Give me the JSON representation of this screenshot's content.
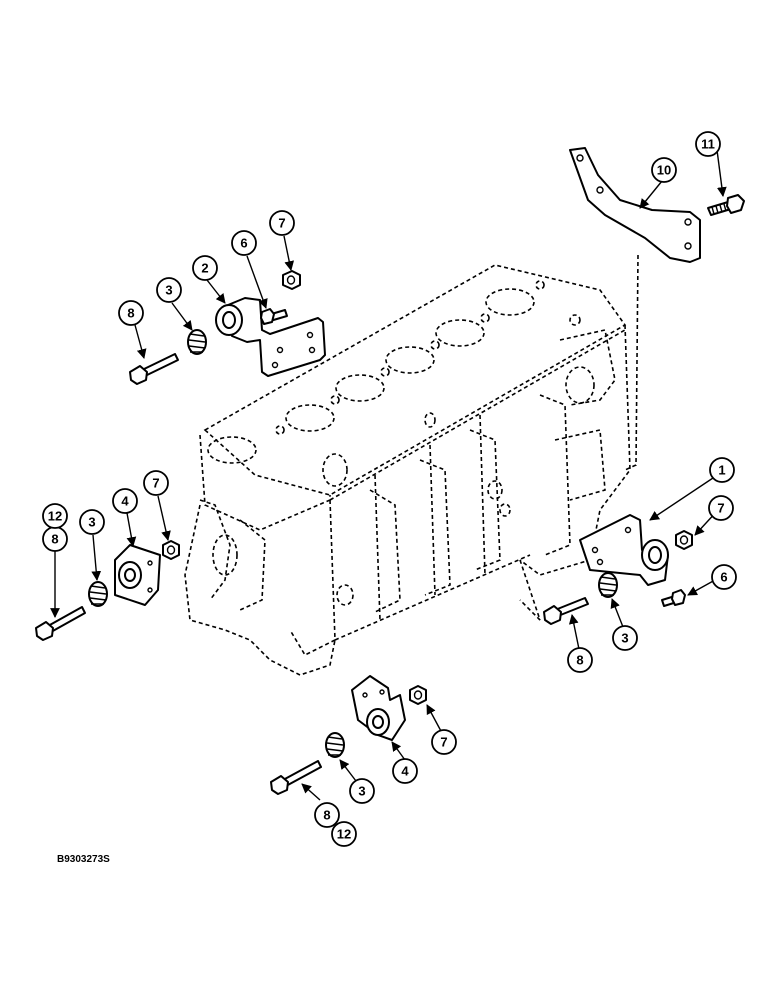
{
  "callouts": {
    "c1": "1",
    "c2": "2",
    "c3a": "3",
    "c3b": "3",
    "c3c": "3",
    "c3d": "3",
    "c4a": "4",
    "c4b": "4",
    "c6a": "6",
    "c6b": "6",
    "c7a": "7",
    "c7b": "7",
    "c7c": "7",
    "c7d": "7",
    "c8a": "8",
    "c8b": "8",
    "c8c": "8",
    "c8d": "8",
    "c10": "10",
    "c11": "11",
    "c12a": "12",
    "c12b": "12"
  },
  "figure_ref": "B9303273S"
}
